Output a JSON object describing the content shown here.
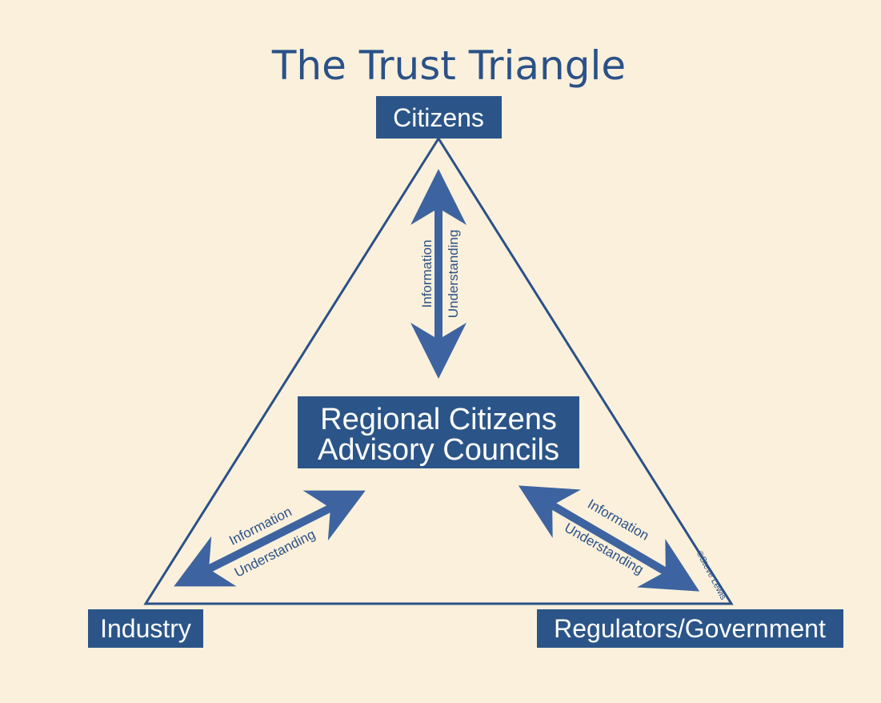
{
  "title": "The Trust Triangle",
  "nodes": {
    "top": "Citizens",
    "left": "Industry",
    "right": "Regulators/Government",
    "center_line1": "Regional Citizens",
    "center_line2": "Advisory Councils"
  },
  "arrows": {
    "top": {
      "label_a": "Information",
      "label_b": "Understanding"
    },
    "left": {
      "label_a": "Information",
      "label_b": "Understanding"
    },
    "right": {
      "label_a": "Information",
      "label_b": "Understanding"
    }
  },
  "credit": "©Steve Lewis",
  "colors": {
    "background": "#fbf0db",
    "primary": "#2b5588"
  }
}
